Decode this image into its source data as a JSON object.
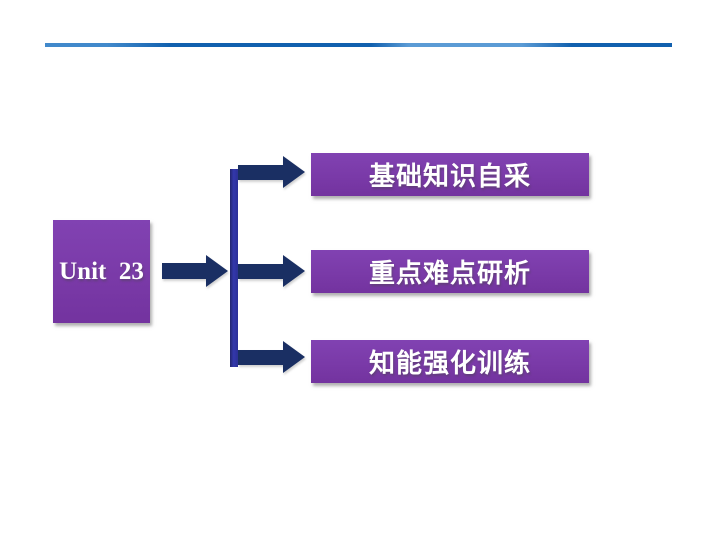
{
  "slide": {
    "background_color": "#ffffff",
    "top_rule": {
      "color_dark": "#1160ae",
      "color_light": "#5b9bd5"
    }
  },
  "diagram": {
    "root": {
      "label": "Unit  23"
    },
    "branches": [
      {
        "label": "基础知识自采"
      },
      {
        "label": "重点难点研析"
      },
      {
        "label": "知能强化训练"
      }
    ],
    "colors": {
      "node_purple": "#7a3aa8",
      "arrow_navy": "#1a2f63",
      "connector_indigo": "#3338ab",
      "text": "#ffffff"
    }
  }
}
